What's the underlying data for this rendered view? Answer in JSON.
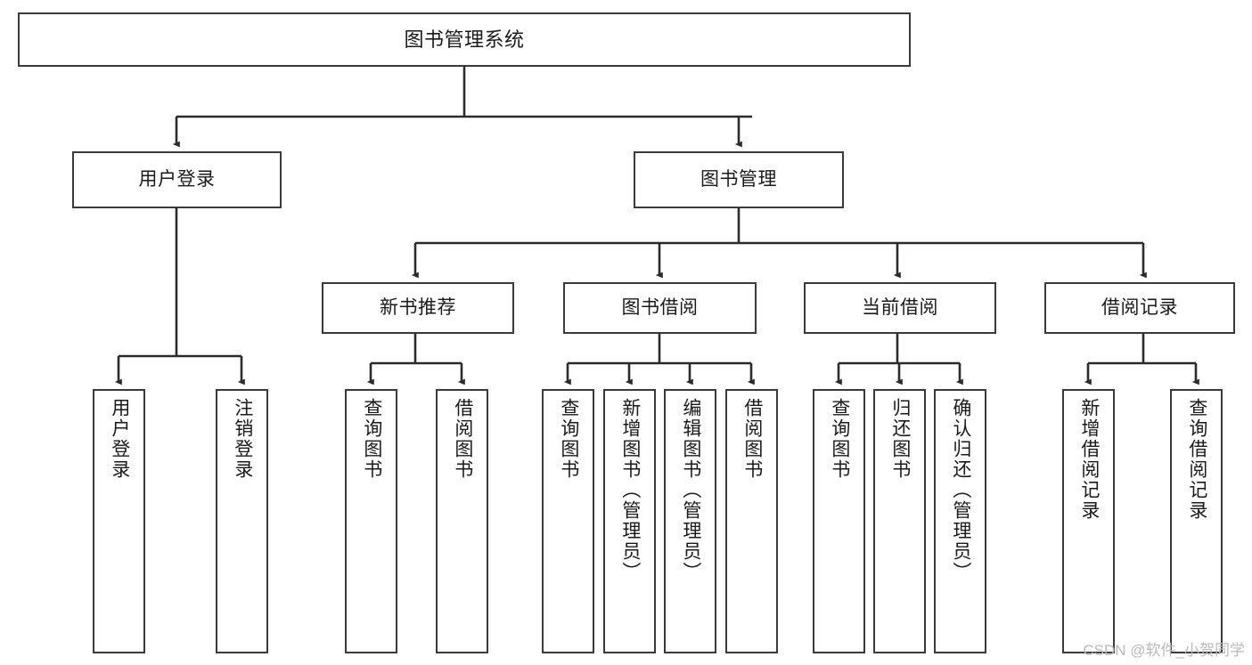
{
  "diagram": {
    "title": "图书管理系统",
    "type": "tree-hierarchy-chart",
    "watermark": "CSDN @软件_小贺同学",
    "colors": {
      "box_border": "#3a3a3a",
      "box_fill": "#ffffff",
      "connector": "#2b2b2b",
      "text": "#1a1a1a",
      "watermark": "#b9b9b9",
      "background": "#ffffff"
    },
    "nodes": {
      "root": {
        "label": "图书管理系统",
        "orientation": "horizontal"
      },
      "level2": [
        {
          "id": "user-login",
          "label": "用户登录",
          "orientation": "horizontal"
        },
        {
          "id": "book-management",
          "label": "图书管理",
          "orientation": "horizontal"
        }
      ],
      "level3": [
        {
          "id": "new-book-recommend",
          "label": "新书推荐",
          "orientation": "horizontal"
        },
        {
          "id": "book-borrow",
          "label": "图书借阅",
          "orientation": "horizontal"
        },
        {
          "id": "current-borrow",
          "label": "当前借阅",
          "orientation": "horizontal"
        },
        {
          "id": "borrow-record",
          "label": "借阅记录",
          "orientation": "horizontal"
        }
      ],
      "leaves": [
        {
          "id": "leaf-user-login",
          "label": "用户登录",
          "parent": "user-login",
          "orientation": "vertical"
        },
        {
          "id": "leaf-logout-login",
          "label": "注销登录",
          "parent": "user-login",
          "orientation": "vertical"
        },
        {
          "id": "leaf-query-book-1",
          "label": "查询图书",
          "parent": "new-book-recommend",
          "orientation": "vertical"
        },
        {
          "id": "leaf-borrow-book-1",
          "label": "借阅图书",
          "parent": "new-book-recommend",
          "orientation": "vertical"
        },
        {
          "id": "leaf-query-book-2",
          "label": "查询图书",
          "parent": "book-borrow",
          "orientation": "vertical"
        },
        {
          "id": "leaf-add-book",
          "label": "新增图书（管理员）",
          "parent": "book-borrow",
          "orientation": "vertical"
        },
        {
          "id": "leaf-edit-book",
          "label": "编辑图书（管理员）",
          "parent": "book-borrow",
          "orientation": "vertical"
        },
        {
          "id": "leaf-borrow-book-2",
          "label": "借阅图书",
          "parent": "book-borrow",
          "orientation": "vertical"
        },
        {
          "id": "leaf-query-book-3",
          "label": "查询图书",
          "parent": "current-borrow",
          "orientation": "vertical"
        },
        {
          "id": "leaf-return-book",
          "label": "归还图书",
          "parent": "current-borrow",
          "orientation": "vertical"
        },
        {
          "id": "leaf-confirm-return",
          "label": "确认归还（管理员）",
          "parent": "current-borrow",
          "orientation": "vertical"
        },
        {
          "id": "leaf-add-borrow-record",
          "label": "新增借阅记录",
          "parent": "borrow-record",
          "orientation": "vertical"
        },
        {
          "id": "leaf-query-borrow-record",
          "label": "查询借阅记录",
          "parent": "borrow-record",
          "orientation": "vertical"
        }
      ]
    }
  }
}
